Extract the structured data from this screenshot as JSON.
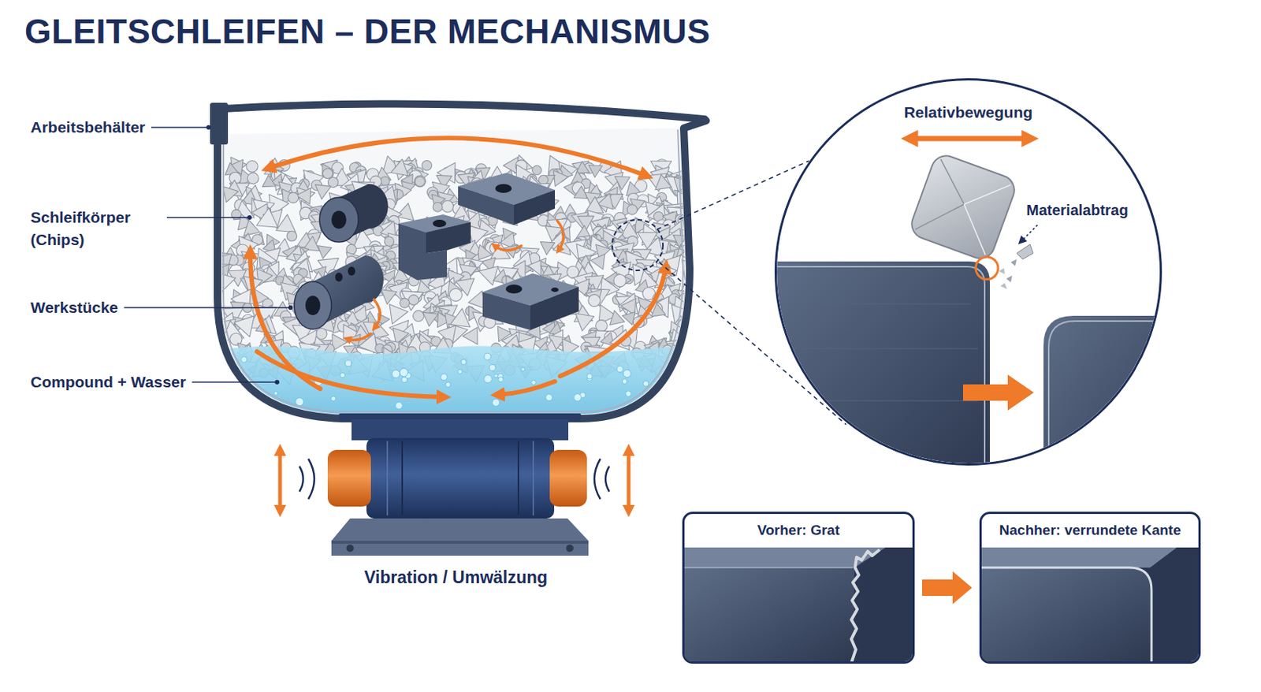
{
  "diagram": {
    "title": "GLEITSCHLEIFEN – DER MECHANISMUS",
    "nodes": [
      {
        "text": [
          "Relativbewegung",
          "Materialabtrag"
        ]
      },
      {
        "text": [
          "Vorher: Grat"
        ]
      },
      {
        "text": [
          "Nachher: verrundete Kante"
        ]
      }
    ],
    "edges": [
      {
        "from": 1,
        "to": 2,
        "arrow": "to"
      }
    ],
    "labels": [
      "Arbeitsbehälter",
      "Schleifkörper (Chips)",
      "Werkstücke",
      "Compound + Wasser",
      "Vibration / Umwälzung"
    ]
  }
}
